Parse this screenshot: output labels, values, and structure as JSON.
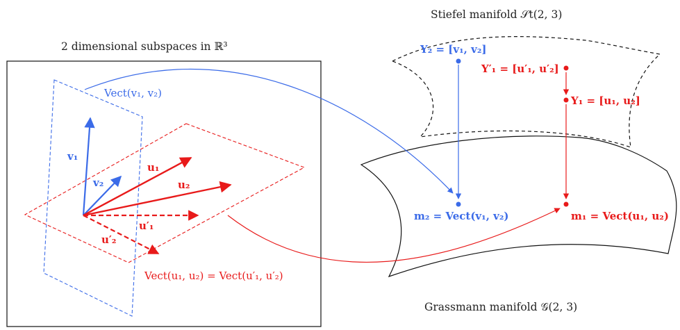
{
  "colors": {
    "blue": "#3b6be8",
    "red": "#e81a1a",
    "black": "#111111"
  },
  "titles": {
    "left": "2 dimensional subspaces in ℝ³",
    "stiefel": "Stiefel manifold 𝒮t(2, 3)",
    "grassmann": "Grassmann manifold 𝒢(2, 3)"
  },
  "left_panel": {
    "plane_blue_label": "Vect(v₁, v₂)",
    "v1": "v₁",
    "v2": "v₂",
    "u1": "u₁",
    "u2": "u₂",
    "u1p": "u′₁",
    "u2p": "u′₂",
    "plane_red_label": "Vect(u₁, u₂) = Vect(u′₁, u′₂)"
  },
  "stiefel": {
    "Y2": "Y₂ = [v₁, v₂]",
    "Y1p": "Y′₁ = [u′₁, u′₂]",
    "Y1": "Y₁ = [u₁, u₂]"
  },
  "grassmann": {
    "m2": "m₂ = Vect(v₁, v₂)",
    "m1": "m₁ = Vect(u₁, u₂)"
  }
}
